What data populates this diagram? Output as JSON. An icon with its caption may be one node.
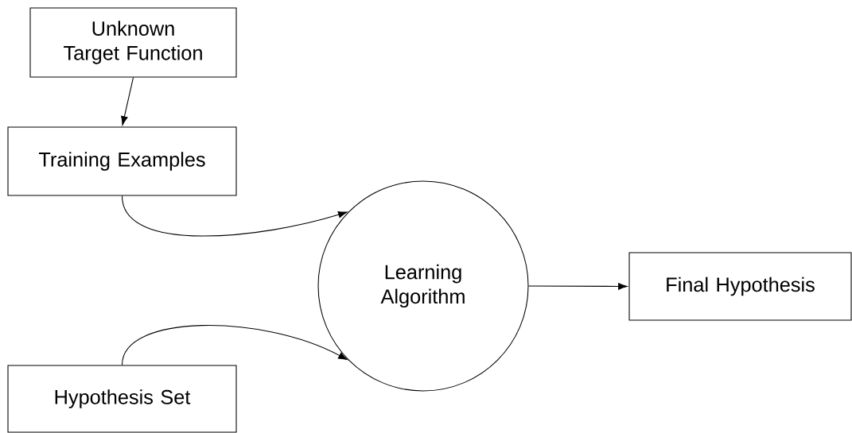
{
  "diagram": {
    "nodes": [
      {
        "text": [
          "Unknown Target Function"
        ]
      },
      {
        "text": [
          "Training Examples"
        ]
      },
      {
        "text": [
          "Learning Algorithm"
        ]
      },
      {
        "text": [
          "Final Hypothesis"
        ]
      },
      {
        "text": [
          "Hypothesis Set"
        ]
      }
    ],
    "edges": [
      {
        "from": 0,
        "to": 1,
        "arrow": "to"
      },
      {
        "from": 1,
        "to": 2,
        "arrow": "to"
      },
      {
        "from": 4,
        "to": 2,
        "arrow": "to"
      },
      {
        "from": 2,
        "to": 3,
        "arrow": "to"
      }
    ]
  }
}
